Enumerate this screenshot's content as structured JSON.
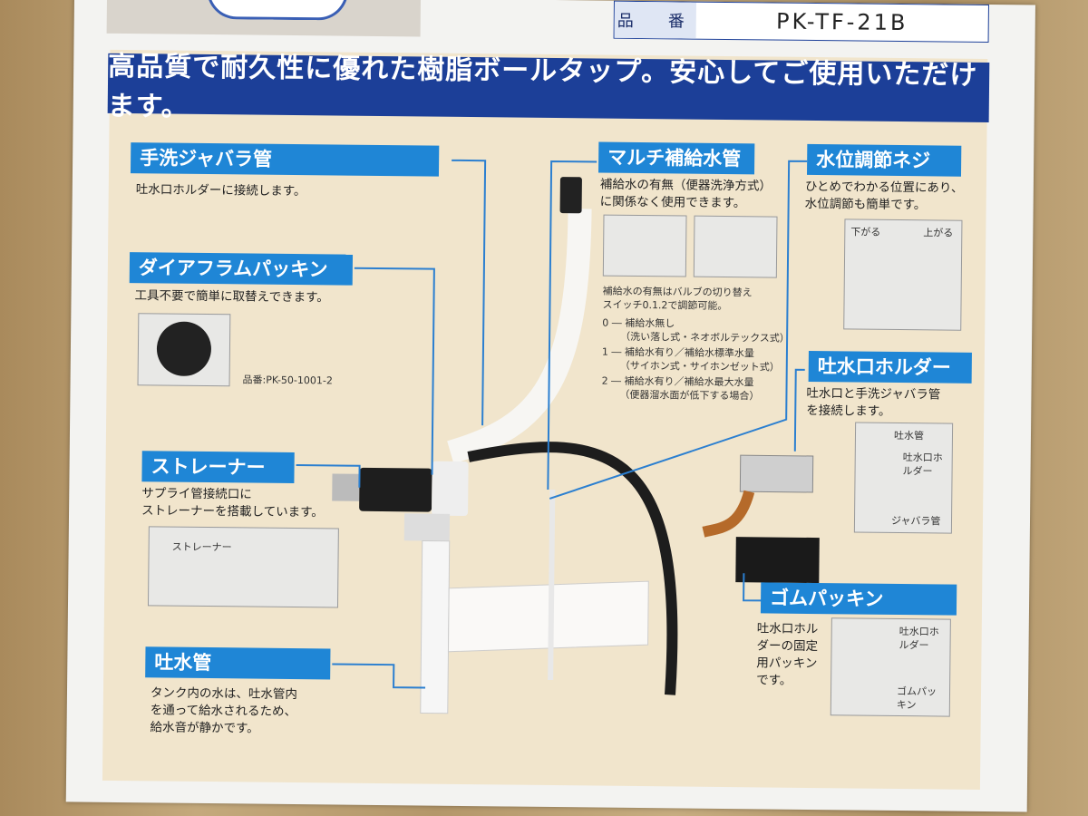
{
  "spec": {
    "key": "品　番",
    "value": "PK-TF-21B"
  },
  "banner": "高品質で耐久性に優れた樹脂ボールタップ。安心してご使用いただけます。",
  "sections": {
    "bellows": {
      "title": "手洗ジャバラ管",
      "desc": "吐水口ホルダーに接続します。"
    },
    "diaphragm": {
      "title": "ダイアフラムパッキン",
      "desc": "工具不要で簡単に取替えできます。",
      "part_no": "品番:PK-50-1001-2"
    },
    "strainer": {
      "title": "ストレーナー",
      "desc1": "サプライ管接続口に",
      "desc2": "ストレーナーを搭載しています。",
      "photo_label": "ストレーナー"
    },
    "outlet_pipe": {
      "title": "吐水管",
      "desc1": "タンク内の水は、吐水管内",
      "desc2": "を通って給水されるため、",
      "desc3": "給水音が静かです。"
    },
    "multi": {
      "title": "マルチ補給水管",
      "desc1": "補給水の有無（便器洗浄方式）",
      "desc2": "に関係なく使用できます。",
      "note1": "補給水の有無はバルブの切り替え",
      "note2": "スイッチ0.1.2で調節可能。",
      "opt0a": "0 ― 補給水無し",
      "opt0b": "（洗い落し式・ネオボルテックス式）",
      "opt1a": "1 ― 補給水有り／補給水標準水量",
      "opt1b": "（サイホン式・サイホンゼット式）",
      "opt2a": "2 ― 補給水有り／補給水最大水量",
      "opt2b": "（便器溜水面が低下する場合）"
    },
    "level": {
      "title": "水位調節ネジ",
      "desc1": "ひとめでわかる位置にあり、",
      "desc2": "水位調節も簡単です。",
      "down": "下がる",
      "up": "上がる"
    },
    "holder": {
      "title": "吐水口ホルダー",
      "desc1": "吐水口と手洗ジャバラ管",
      "desc2": "を接続します。",
      "l1": "吐水管",
      "l2": "吐水口ホルダー",
      "l3": "ジャバラ管"
    },
    "rubber": {
      "title": "ゴムパッキン",
      "desc1": "吐水口ホル",
      "desc2": "ダーの固定",
      "desc3": "用パッキン",
      "desc4": "です。",
      "l1": "吐水口ホルダー",
      "l2": "ゴムパッキン"
    }
  }
}
